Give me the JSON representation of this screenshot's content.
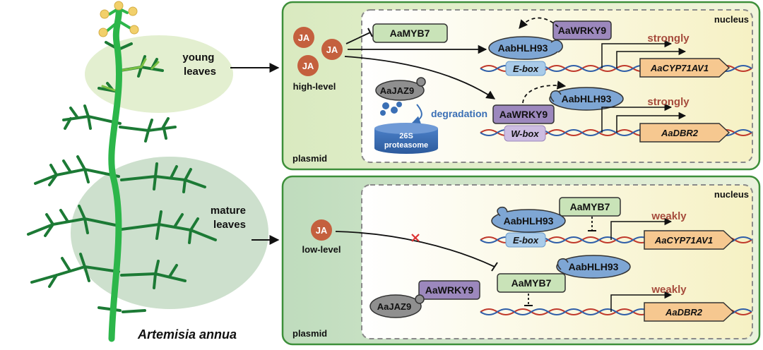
{
  "plant": {
    "species": "Artemisia annua",
    "young_label": [
      "young",
      "leaves"
    ],
    "mature_label": [
      "mature",
      "leaves"
    ]
  },
  "top_panel": {
    "nucleus_label": "nucleus",
    "plasmid_label": "plasmid",
    "ja_label": "JA",
    "ja_level": "high-level",
    "myb7": "AaMYB7",
    "bhlh93": "AabHLH93",
    "wrky9": "AaWRKY9",
    "jaz9": "AaJAZ9",
    "degradation": "degradation",
    "proteasome": [
      "26S",
      "proteasome"
    ],
    "ebox": "E-box",
    "wbox": "W-box",
    "gene1": "AaCYP71AV1",
    "gene2": "AaDBR2",
    "strength": "strongly"
  },
  "bottom_panel": {
    "nucleus_label": "nucleus",
    "plasmid_label": "plasmid",
    "ja_label": "JA",
    "ja_level": "low-level",
    "myb7": "AaMYB7",
    "bhlh93": "AabHLH93",
    "wrky9": "AaWRKY9",
    "jaz9": "AaJAZ9",
    "ebox": "E-box",
    "gene1": "AaCYP71AV1",
    "gene2": "AaDBR2",
    "strength": "weakly"
  },
  "colors": {
    "panel_border": "#3d8f3a",
    "top_fill": "#e7f1d3",
    "bottom_fill": "#cfe5cb",
    "nucleus_fill": "#fbf7dc",
    "stem": "#2cb64a",
    "leaf": "#1c7a35",
    "ja": "#c4603e",
    "myb7": "#c9e3b8",
    "bhlh93": "#7ea6d4",
    "wrky9": "#9c88bd",
    "jaz9": "#8f8f8f",
    "gene": "#f6c890",
    "label_red": "#a64b3c",
    "dna_red": "#c0392b",
    "dna_blue": "#2f5ea8"
  }
}
